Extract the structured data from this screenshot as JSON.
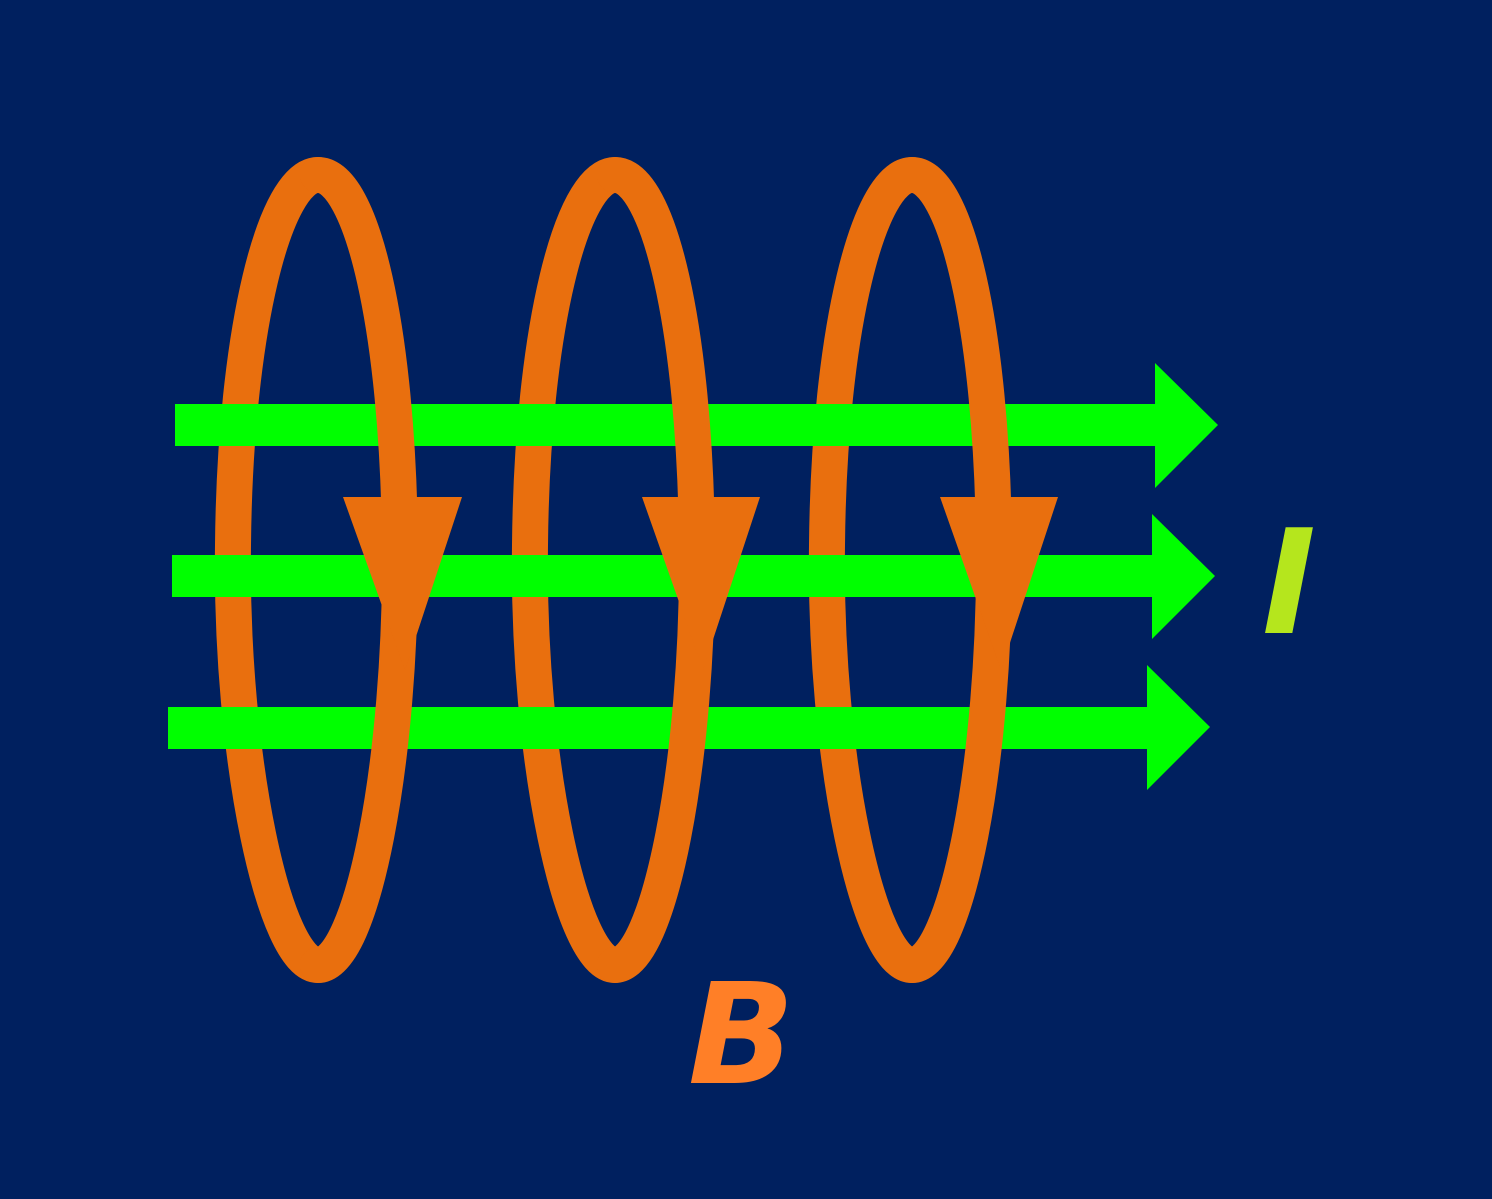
{
  "colors": {
    "background": "#00205f",
    "current": "#00ff00",
    "field": "#e96f0e",
    "current_label": "#b5e61d",
    "field_label": "#ff7f27"
  },
  "labels": {
    "current": "I",
    "field": "B"
  },
  "current_arrows": [
    {
      "name": "current-arrow-top",
      "direction": "right"
    },
    {
      "name": "current-arrow-middle",
      "direction": "right"
    },
    {
      "name": "current-arrow-bottom",
      "direction": "right"
    }
  ],
  "field_loops": [
    {
      "name": "field-loop-1",
      "direction": "down-on-right-side"
    },
    {
      "name": "field-loop-2",
      "direction": "down-on-right-side"
    },
    {
      "name": "field-loop-3",
      "direction": "down-on-right-side"
    }
  ]
}
